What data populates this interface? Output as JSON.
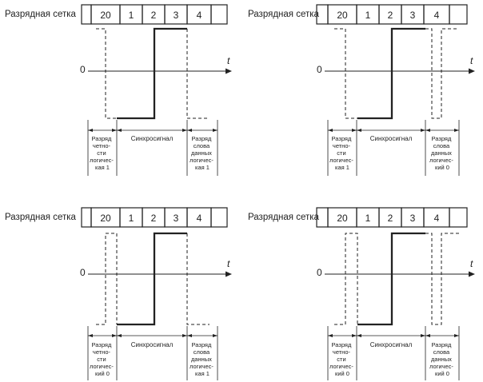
{
  "colors": {
    "ink": "#222222",
    "background": "#ffffff"
  },
  "labels": {
    "grid": "Разрядная сетка",
    "zero": "0",
    "time_axis": "t",
    "sync": "Синхросигнал"
  },
  "grid_cells": [
    "",
    "20",
    "1",
    "2",
    "3",
    "4",
    ""
  ],
  "panels": [
    {
      "id": "top-left",
      "parity_label": [
        "Разряд",
        "четно-",
        "сти",
        "логичес-",
        "кая 1"
      ],
      "data_label": [
        "Разряд",
        "слова",
        "данных",
        "логичес-",
        "кая 1"
      ]
    },
    {
      "id": "top-right",
      "parity_label": [
        "Разряд",
        "четно-",
        "сти",
        "логичес-",
        "кая 1"
      ],
      "data_label": [
        "Разряд",
        "слова",
        "данных",
        "логичес-",
        "кий 0"
      ]
    },
    {
      "id": "bottom-left",
      "parity_label": [
        "Разряд",
        "четно-",
        "сти",
        "логичес-",
        "кий 0"
      ],
      "data_label": [
        "Разряд",
        "слова",
        "данных",
        "логичес-",
        "кая 1"
      ]
    },
    {
      "id": "bottom-right",
      "parity_label": [
        "Разряд",
        "четно-",
        "сти",
        "логичес-",
        "кий 0"
      ],
      "data_label": [
        "Разряд",
        "слова",
        "данных",
        "логичес-",
        "кий 0"
      ]
    }
  ]
}
